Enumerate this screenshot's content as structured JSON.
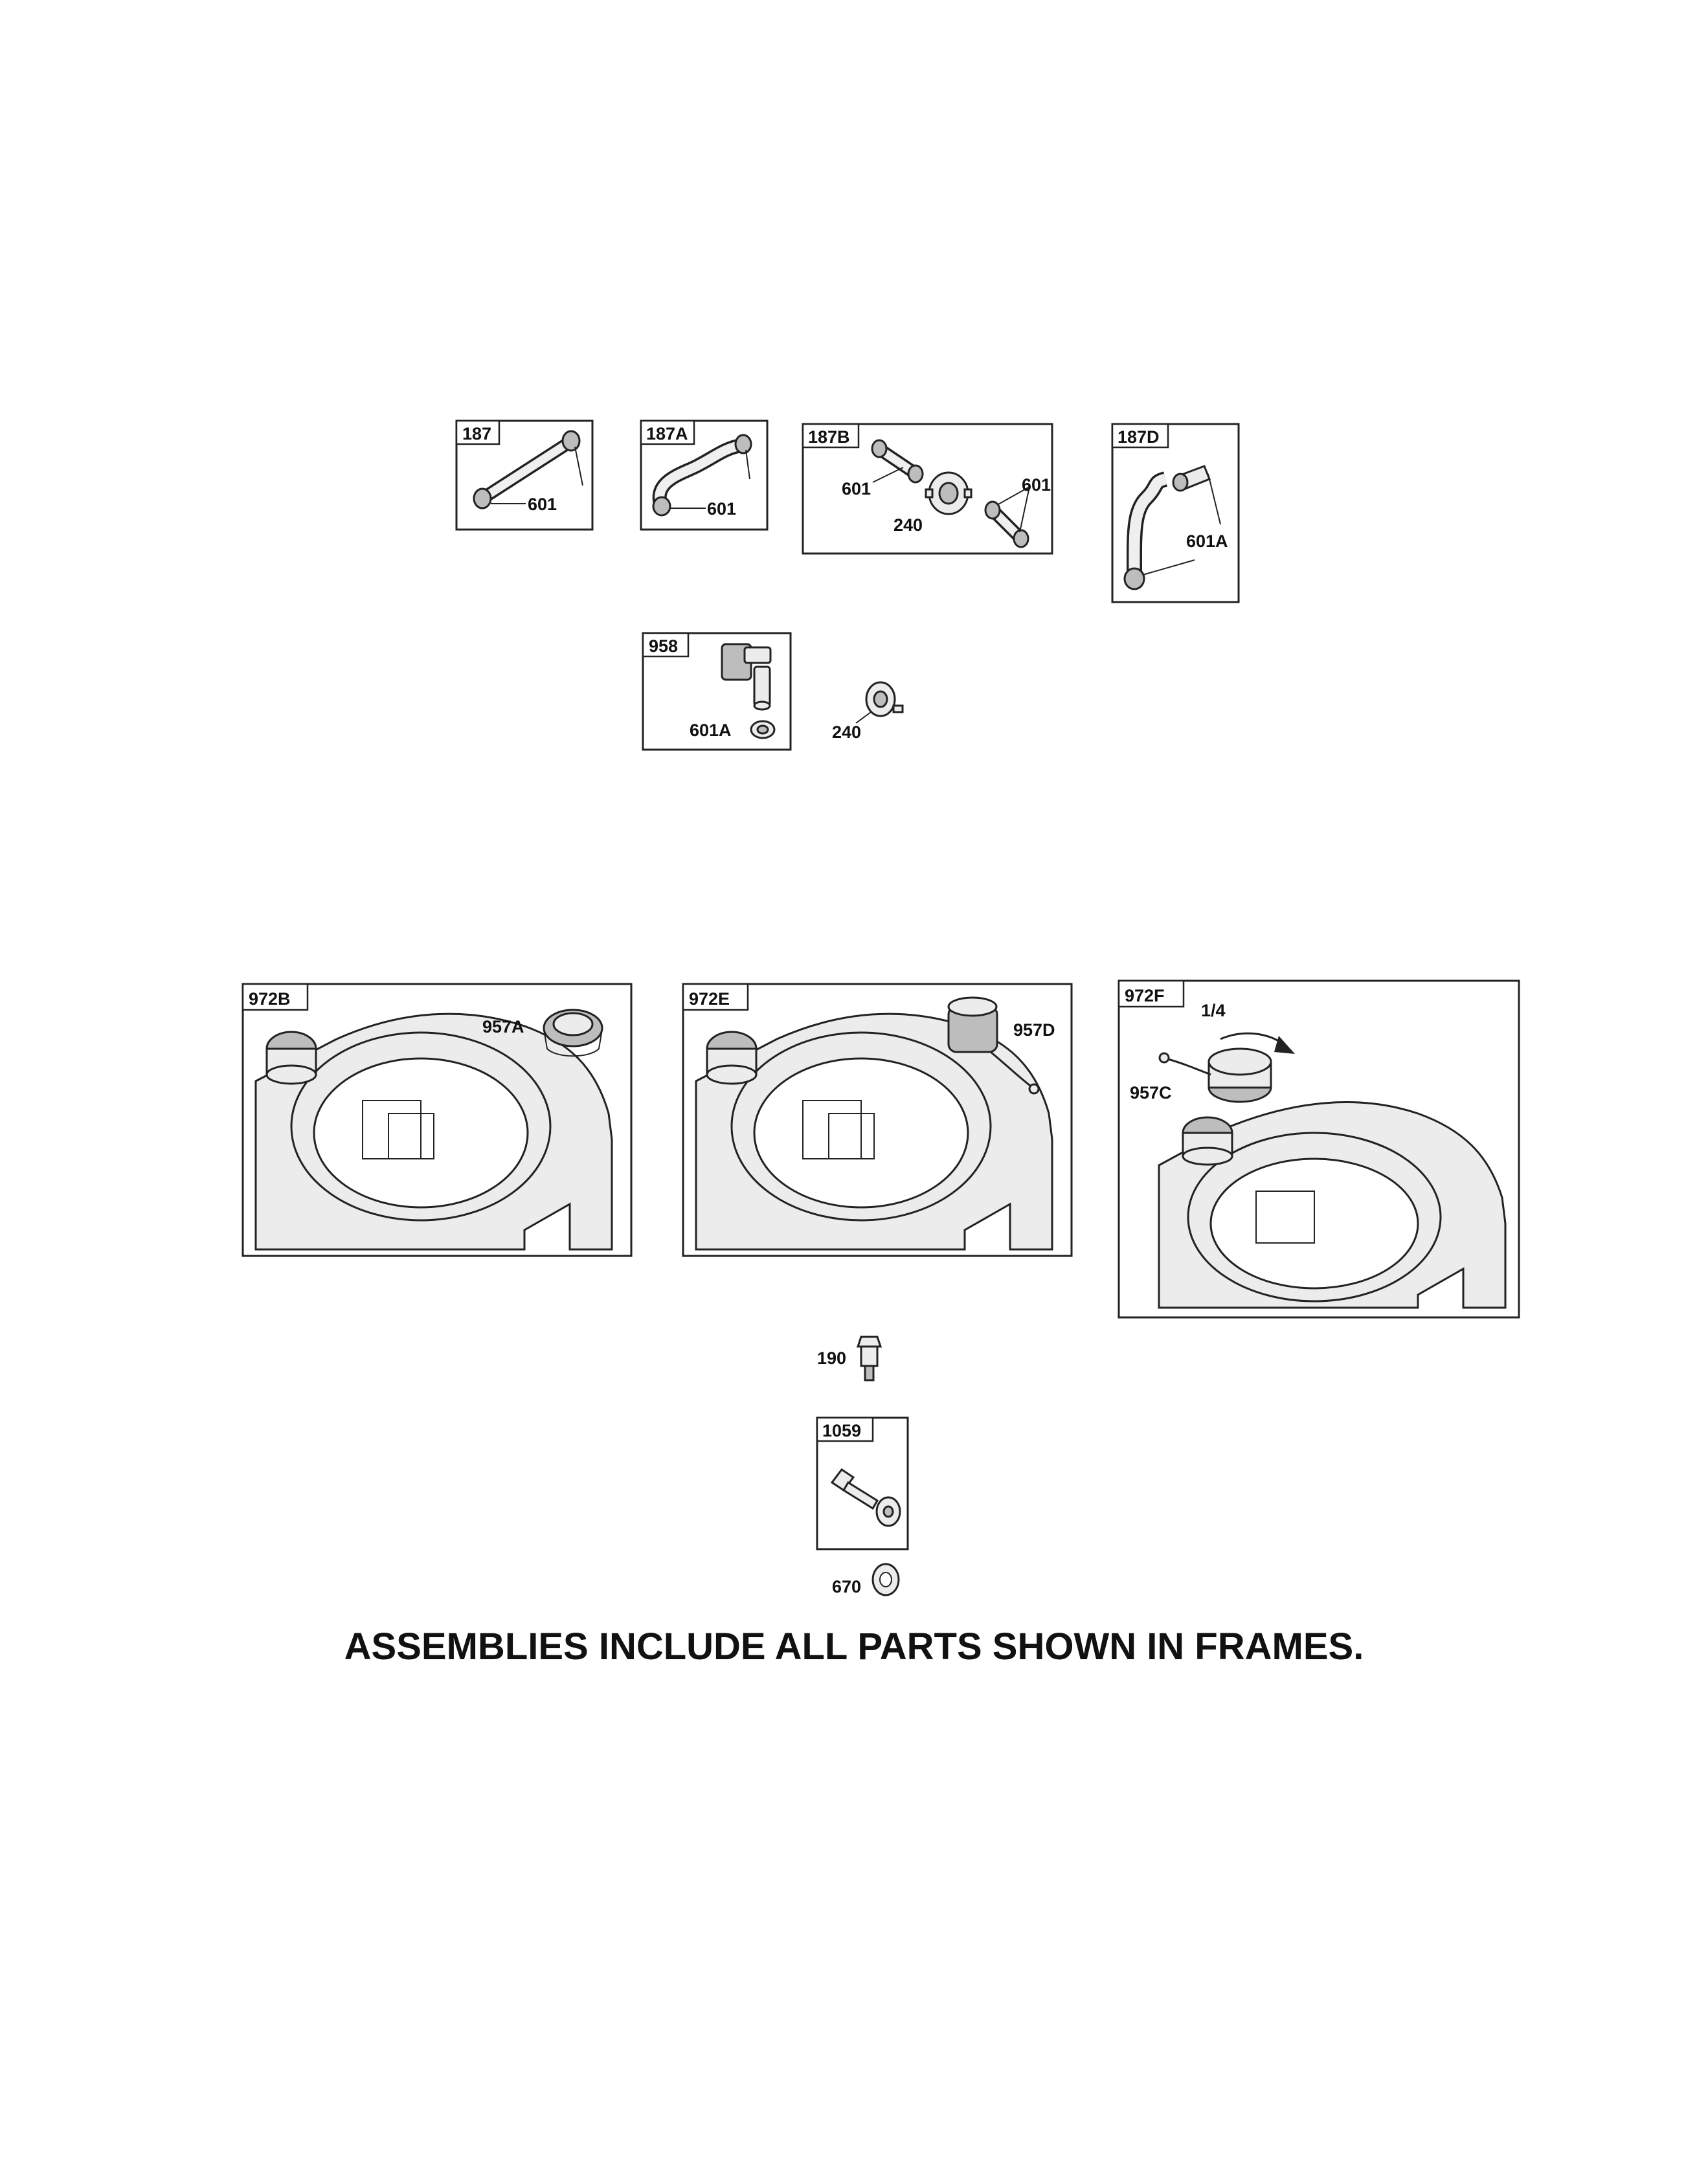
{
  "frames": {
    "f187": {
      "tab": "187",
      "labels": [
        "601"
      ]
    },
    "f187a": {
      "tab": "187A",
      "labels": [
        "601"
      ]
    },
    "f187b": {
      "tab": "187B",
      "labels": [
        "601",
        "601",
        "240"
      ]
    },
    "f187d": {
      "tab": "187D",
      "labels": [
        "601A"
      ]
    },
    "f958": {
      "tab": "958",
      "labels": [
        "601A"
      ]
    },
    "f972b": {
      "tab": "972B",
      "labels": [
        "957A"
      ]
    },
    "f972e": {
      "tab": "972E",
      "labels": [
        "957D"
      ]
    },
    "f972f": {
      "tab": "972F",
      "labels": [
        "1/4",
        "957C"
      ]
    },
    "f1059": {
      "tab": "1059",
      "labels": []
    }
  },
  "loose": {
    "p240": "240",
    "p190": "190",
    "p670": "670"
  },
  "footer": "ASSEMBLIES INCLUDE ALL PARTS SHOWN IN FRAMES."
}
